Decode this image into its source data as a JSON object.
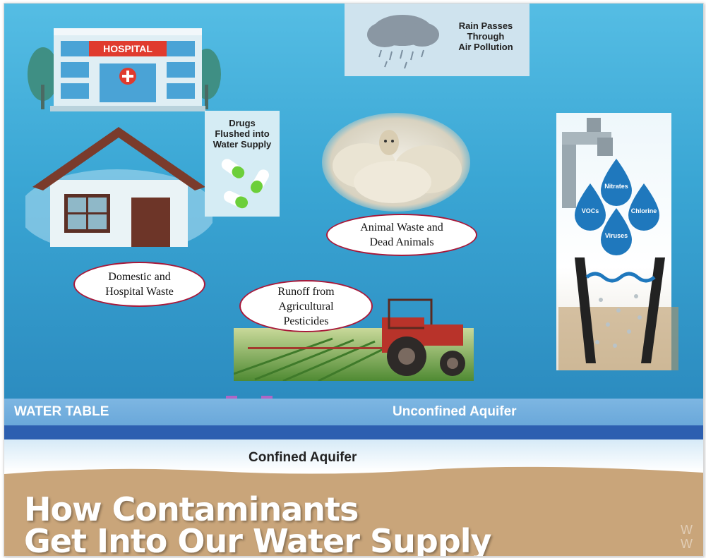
{
  "diagram": {
    "sources": {
      "hospital_sign": "HOSPITAL",
      "rain": "Rain Passes\nThrough\nAir Pollution",
      "drugs": "Drugs\nFlushed into\nWater Supply",
      "domestic": "Domestic and\nHospital Waste",
      "animal": "Animal Waste and\nDead Animals",
      "runoff": "Runoff from\nAgricultural\nPesticides"
    },
    "contaminant_drops": [
      "Nitrates",
      "VOCs",
      "Chlorine",
      "Viruses"
    ],
    "layers": {
      "water_table": "WATER TABLE",
      "unconfined": "Unconfined Aquifer",
      "confined": "Confined Aquifer"
    },
    "title_line1": "How Contaminants",
    "title_line2": "Get Into Our Water Supply",
    "watermark": "W\nW",
    "colors": {
      "sky": "#3aa6d4",
      "drop": "#1f78bd",
      "soil": "#c9a57a",
      "ellipse_border": "#a8193a",
      "deep_aquifer": "#2d5fb0"
    }
  }
}
